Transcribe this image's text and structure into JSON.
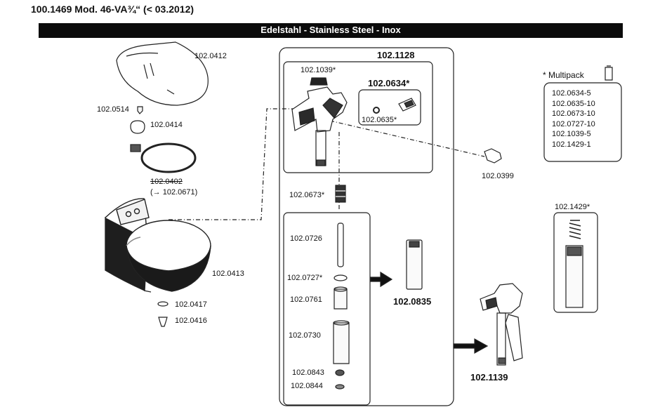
{
  "header": {
    "title": "100.1469 Mod. 46-VA¾“ (< 03.2012)",
    "banner": "Edelstahl - Stainless Steel - Inox"
  },
  "parts": {
    "p0412": "102.0412",
    "p0514": "102.0514",
    "p0414": "102.0414",
    "p0402": "102.0402",
    "p0402_note": "(→ 102.0671)",
    "p0413": "102.0413",
    "p0417": "102.0417",
    "p0416": "102.0416",
    "p1128": "102.1128",
    "p1039": "102.1039*",
    "p0634": "102.0634*",
    "p0635": "102.0635*",
    "p0399": "102.0399",
    "p0673": "102.0673*",
    "p0726": "102.0726",
    "p0727": "102.0727*",
    "p0761": "102.0761",
    "p0730": "102.0730",
    "p0843": "102.0843",
    "p0844": "102.0844",
    "p0835": "102.0835",
    "p1139": "102.1139",
    "p1429": "102.1429*"
  },
  "multipack": {
    "title": "* Multipack",
    "items": [
      "102.0634-5",
      "102.0635-10",
      "102.0673-10",
      "102.0727-10",
      "102.1039-5",
      "102.1429-1"
    ]
  }
}
